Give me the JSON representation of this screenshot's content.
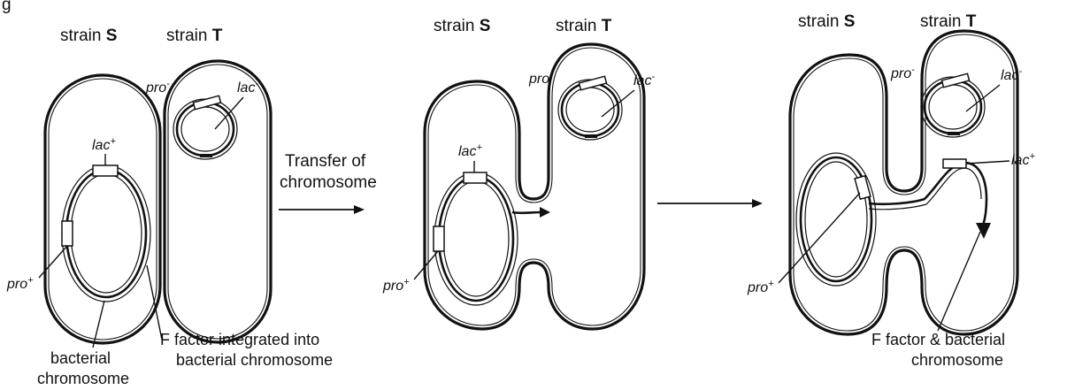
{
  "figure": {
    "partial_title": "g"
  },
  "panels": [
    {
      "strain_s_prefix": "strain ",
      "strain_s_letter": "S",
      "strain_t_prefix": "strain ",
      "strain_t_letter": "T",
      "pro_minus": "pro",
      "pro_minus_sup": "-",
      "lac_minus": "lac",
      "lac_minus_sup": "-",
      "lac_plus": "lac",
      "lac_plus_sup": "+",
      "pro_plus": "pro",
      "pro_plus_sup": "+",
      "label_bacterial_chromosome_1": "bacterial",
      "label_bacterial_chromosome_2": "chromosome",
      "label_f_factor_1": "F factor integrated into",
      "label_f_factor_2": "bacterial chromosome"
    },
    {
      "strain_s_prefix": "strain ",
      "strain_s_letter": "S",
      "strain_t_prefix": "strain ",
      "strain_t_letter": "T",
      "pro_minus": "pro",
      "pro_minus_sup": "-",
      "lac_minus": "lac",
      "lac_minus_sup": "-",
      "lac_plus": "lac",
      "lac_plus_sup": "+",
      "pro_plus": "pro",
      "pro_plus_sup": "+"
    },
    {
      "strain_s_prefix": "strain ",
      "strain_s_letter": "S",
      "strain_t_prefix": "strain ",
      "strain_t_letter": "T",
      "pro_minus": "pro",
      "pro_minus_sup": "-",
      "lac_minus": "lac",
      "lac_minus_sup": "-",
      "lac_plus": "lac",
      "lac_plus_sup": "+",
      "pro_plus": "pro",
      "pro_plus_sup": "+",
      "label_f_bac_1": "F factor & bacterial",
      "label_f_bac_2": "chromosome"
    }
  ],
  "arrows": {
    "transfer_label_1": "Transfer of",
    "transfer_label_2": "chromosome"
  }
}
